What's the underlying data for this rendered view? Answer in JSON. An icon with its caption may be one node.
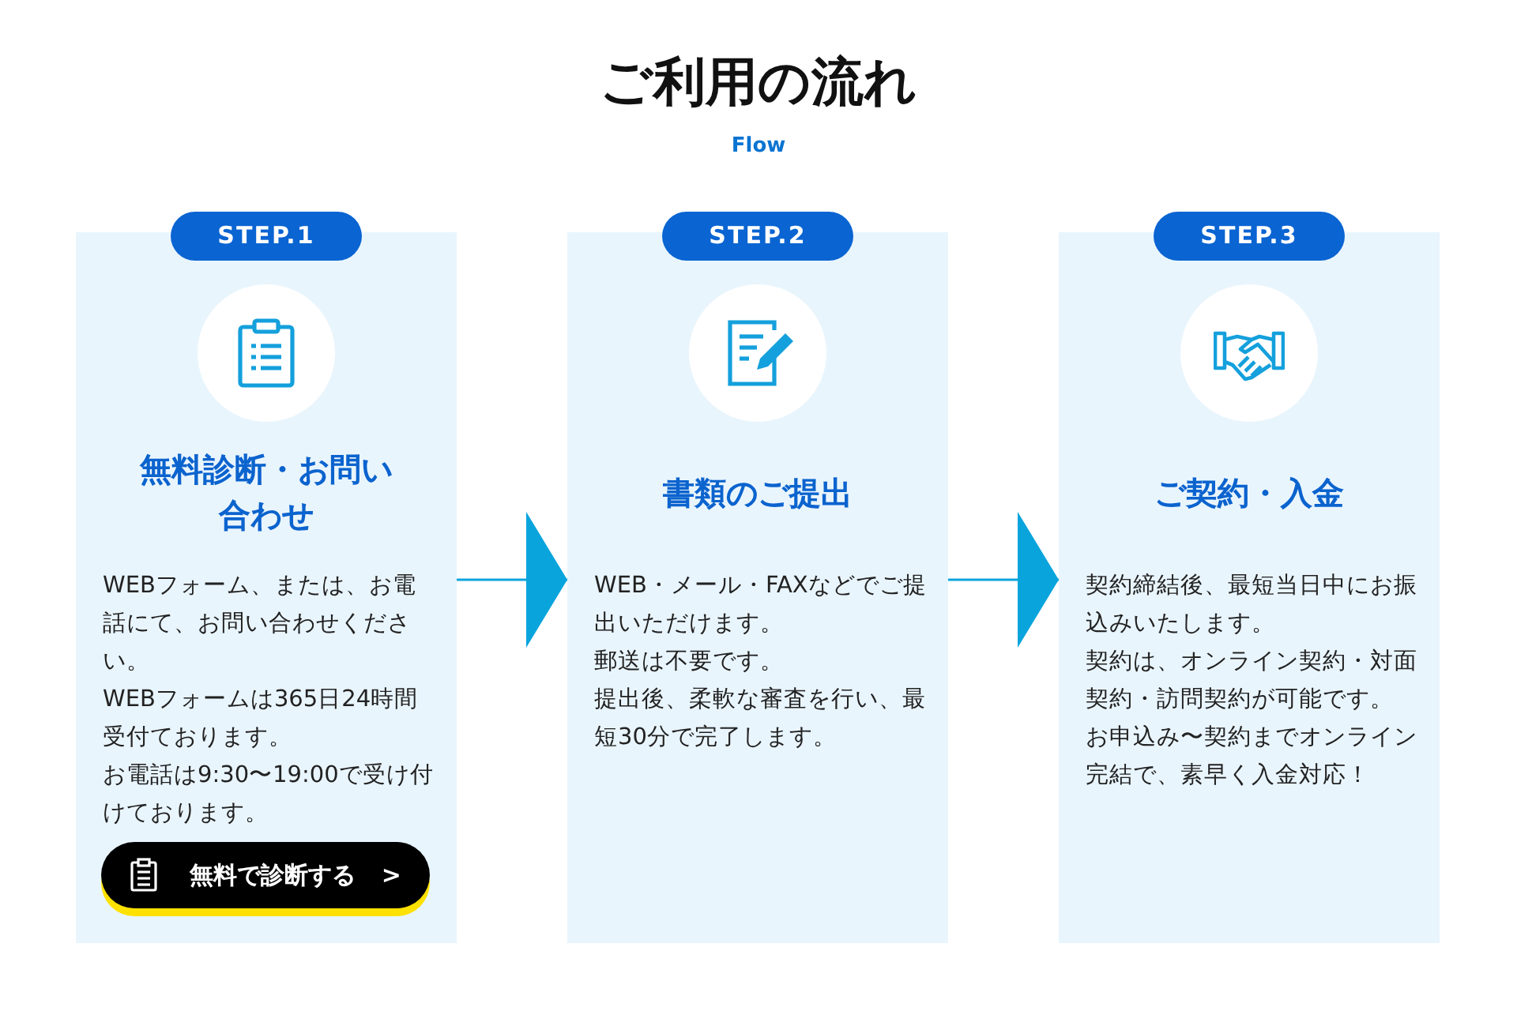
{
  "diagram": {
    "title": "ご利用の流れ",
    "nodes": [
      {
        "text": [
          "STEP.1",
          "無料診断・お問い合わせ",
          "WEBフォーム、または、お電話にて、お問い合わせください。",
          "WEBフォームは365日24時間受付ております。",
          "お電話は9:30〜19:00で受け付けております。"
        ]
      },
      {
        "text": [
          "無料で診断する",
          ">"
        ],
        "in": 0
      },
      {
        "text": [
          "STEP.2",
          "書類のご提出",
          "WEB・メール・FAXなどでご提出いただけます。",
          "郵送は不要です。",
          "提出後、柔軟な審査を行い、最短30分で完了します。"
        ]
      },
      {
        "text": [
          "STEP.3",
          "ご契約・入金",
          "契約締結後、最短当日中にお振込みいたします。",
          "契約は、オンライン契約・対面契約・訪問契約が可能です。",
          "お申込み〜契約までオンライン完結で、素早く入金対応！"
        ]
      }
    ],
    "edges": [
      {
        "from": 0,
        "to": 2,
        "arrow": "to"
      },
      {
        "from": 2,
        "to": 3,
        "arrow": "to"
      }
    ],
    "labels": [
      "Flow"
    ]
  }
}
